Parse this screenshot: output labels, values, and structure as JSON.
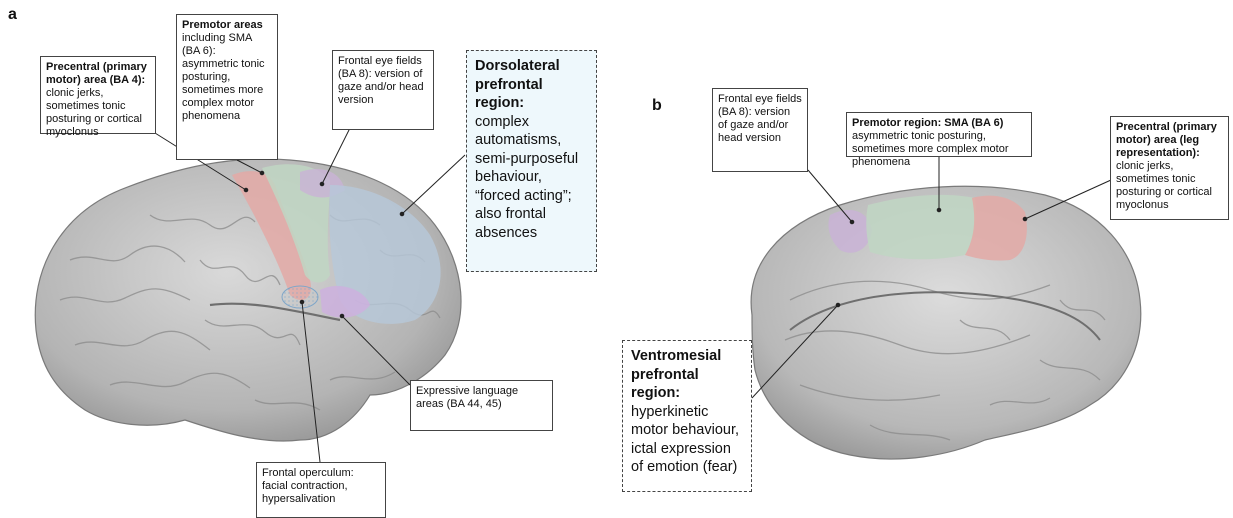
{
  "panels": {
    "a": {
      "letter": "a",
      "labels": {
        "precentral": {
          "title": "Precentral (primary motor) area (BA 4):",
          "body": "clonic jerks, sometimes tonic posturing or cortical myoclonus"
        },
        "premotor": {
          "title": "Premotor areas",
          "body": "including SMA (BA 6): asymmetric tonic posturing, sometimes more complex motor phenomena"
        },
        "frontal_eye": {
          "body": "Frontal eye fields (BA 8): version of gaze and/or head version"
        },
        "dorsolateral": {
          "title": "Dorsolateral prefrontal region:",
          "body": "complex automatisms, semi-purposeful behaviour, “forced acting”; also frontal absences"
        },
        "expressive": {
          "body": "Expressive language areas (BA 44, 45)"
        },
        "operculum": {
          "body": "Frontal operculum: facial contraction, hypersalivation"
        }
      }
    },
    "b": {
      "letter": "b",
      "labels": {
        "frontal_eye": {
          "body": "Frontal eye fields (BA 8): version of gaze and/or head version"
        },
        "premotor": {
          "title": "Premotor region: SMA (BA 6)",
          "body": "asymmetric tonic posturing, sometimes more complex motor phenomena"
        },
        "precentral": {
          "title": "Precentral (primary motor) area (leg representation):",
          "body": "clonic jerks, sometimes tonic posturing or cortical myoclonus"
        },
        "ventromesial": {
          "title": "Ventromesial prefrontal region:",
          "body": "hyperkinetic motor behaviour, ictal expression of emotion (fear)"
        }
      }
    }
  },
  "colors": {
    "brain": "#b9b9b9",
    "brain_dark": "#8f8f8f",
    "motor_red": "#e3a9a6",
    "premotor_green": "#bfd6c3",
    "eye_purple": "#c9b3d6",
    "prefrontal_blue": "#b7c8da",
    "language_purple": "#cdb0de",
    "operculum_blue": "#a9cbe6"
  }
}
